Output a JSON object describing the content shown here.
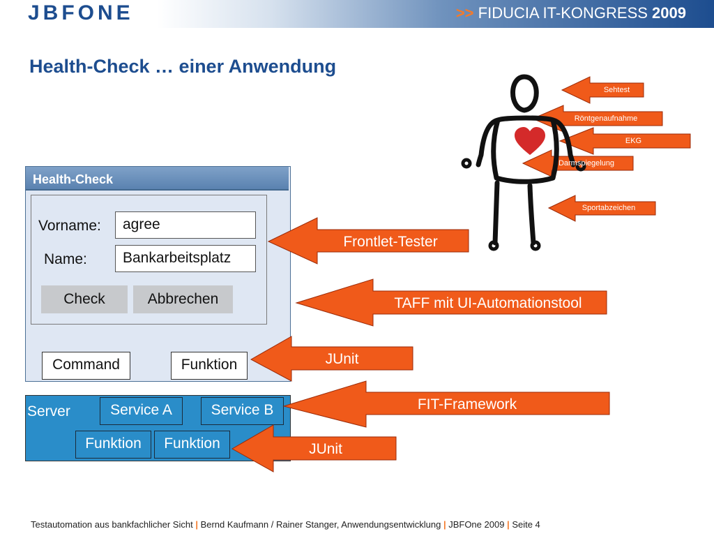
{
  "header": {
    "logo": "JBFONE",
    "congress_prefix": ">>",
    "congress_name": "FIDUCIA IT-KONGRESS",
    "congress_year": "2009"
  },
  "slide_title": "Health-Check … einer Anwendung",
  "health_check": {
    "title": "Health-Check",
    "vorname_label": "Vorname:",
    "vorname_value": "agree",
    "name_label": "Name:",
    "name_value": "Bankarbeitsplatz",
    "check_button": "Check",
    "abbrechen_button": "Abbrechen",
    "command_label": "Command",
    "funktion_label": "Funktion"
  },
  "server": {
    "label": "Server",
    "service_a": "Service A",
    "service_b": "Service B",
    "funktion_1": "Funktion",
    "funktion_2": "Funktion"
  },
  "arrows": {
    "frontlet": "Frontlet-Tester",
    "taff": "TAFF mit UI-Automationstool",
    "junit_1": "JUnit",
    "fit": "FIT-Framework",
    "junit_2": "JUnit"
  },
  "body_tests": {
    "sehtest": "Sehtest",
    "roentgen": "Röntgenaufnahme",
    "ekg": "EKG",
    "darm": "Darmspiegelung",
    "sport": "Sportabzeichen"
  },
  "footer": {
    "part1": "Testautomation aus bankfachlicher Sicht",
    "sep": "|",
    "part2": "Bernd Kaufmann / Rainer Stanger,  Anwendungsentwicklung",
    "part3": "JBFOne 2009",
    "part4": "Seite 4"
  },
  "colors": {
    "brand_blue": "#1d4d8f",
    "arrow_orange": "#f05a1a",
    "server_blue": "#2a8dc9",
    "heart_red": "#d42a2a"
  }
}
